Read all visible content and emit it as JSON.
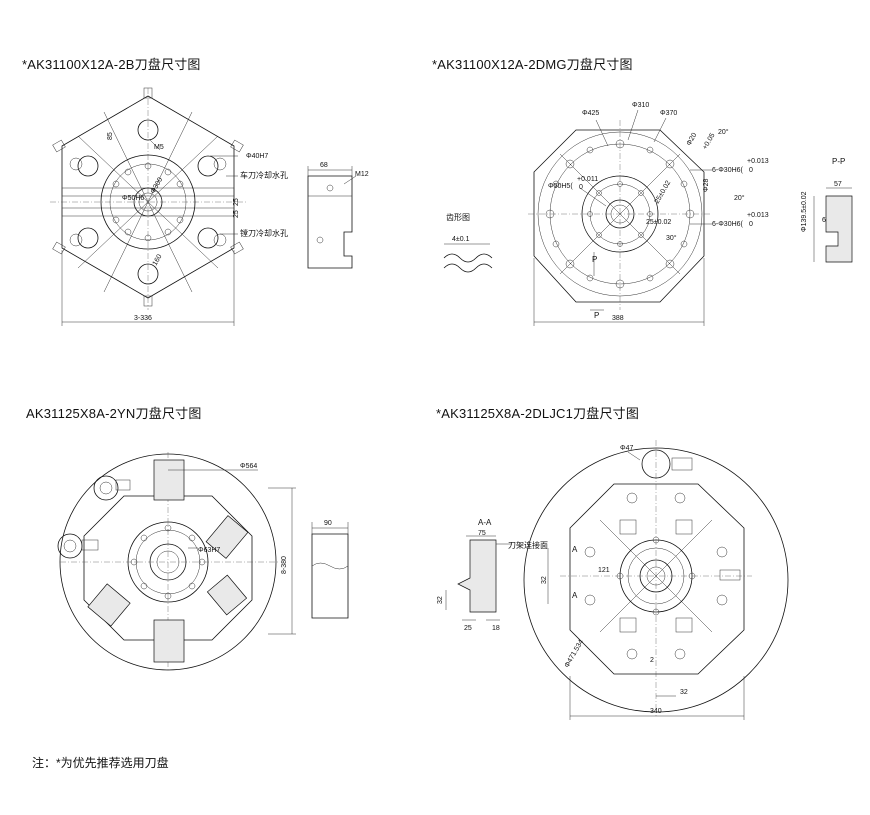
{
  "titles": {
    "tl": "*AK31100X12A-2B刀盘尺寸图",
    "tr": "*AK31100X12A-2DMG刀盘尺寸图",
    "bl": "AK31125X8A-2YN刀盘尺寸图",
    "br": "*AK31125X8A-2DLJC1刀盘尺寸图"
  },
  "footnote": "注：*为优先推荐选用刀盘",
  "tl": {
    "d_phi40h7": "Φ40H7",
    "d_m5": "M5",
    "d_85": "85",
    "d_phi50h6": "Φ50H6",
    "d_phi300": "Φ300",
    "d_25a": "25",
    "d_25b": "25",
    "d_160": "160",
    "d_width": "3-336",
    "lbl_turning": "车刀冷却水孔",
    "lbl_boring": "镗刀冷却水孔",
    "d_68": "68",
    "d_m12": "M12"
  },
  "tr": {
    "d_phi425": "Φ425",
    "d_phi310": "Φ310",
    "d_phi370": "Φ370",
    "d_phi20": "Φ20",
    "d_tol05": "+0.05",
    "d_20deg_a": "20°",
    "d_20deg_b": "20°",
    "d_30deg": "30°",
    "d_6phi30a": "6-Φ30H6(",
    "d_6phi30b": "6-Φ30H6(",
    "d_tol013a": "+0.013",
    "d_tol013b": "+0.013",
    "d_zero_a": "0",
    "d_zero_b": "0",
    "d_phi50h5": "Φ50H5(",
    "d_tol011": "+0.011",
    "d_zero_c": "0",
    "d_25_002a": "25±0.02",
    "d_25_002b": "25±0.02",
    "d_phi28": "Φ28",
    "d_p_a": "P",
    "d_p_b": "P",
    "d_width": "388",
    "lbl_tooth": "齿形图",
    "d_4_01": "4±0.1",
    "lbl_pp": "P-P",
    "d_57": "57",
    "d_6": "6",
    "d_phi1395": "Φ139.5±0.02"
  },
  "bl": {
    "d_phi564": "Φ564",
    "d_phi63h7": "Φ63H7",
    "d_8_380": "8-380",
    "d_90": "90"
  },
  "br": {
    "d_phi47": "Φ47",
    "lbl_aa": "A-A",
    "d_75": "75",
    "lbl_holder": "刀架连接面",
    "d_32a": "32",
    "d_25": "25",
    "d_18": "18",
    "d_a1": "A",
    "d_a2": "A",
    "d_121": "121",
    "d_32v": "32",
    "d_2": "2",
    "d_phi471": "Φ471.534",
    "d_32b": "32",
    "d_340": "340"
  }
}
